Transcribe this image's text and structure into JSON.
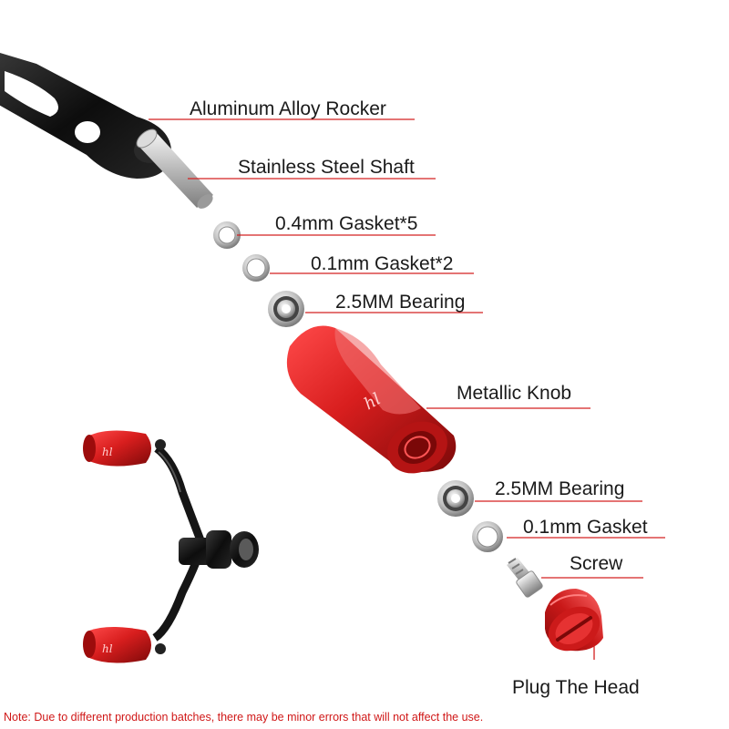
{
  "labels": {
    "rocker": "Aluminum Alloy Rocker",
    "shaft": "Stainless Steel Shaft",
    "gasket04": "0.4mm Gasket*5",
    "gasket01a": "0.1mm Gasket*2",
    "bearing1": "2.5MM Bearing",
    "knob": "Metallic Knob",
    "bearing2": "2.5MM Bearing",
    "gasket01b": "0.1mm Gasket",
    "screw": "Screw",
    "plug": "Plug The Head"
  },
  "note": "Note: Due to different production batches, there may be minor errors that will not affect the use.",
  "logo_text": "hl",
  "colors": {
    "red": "#d81e1e",
    "dark_red": "#8e0a0a",
    "black": "#111111",
    "steel": "#c8c8c8",
    "leader": "#d42020"
  }
}
